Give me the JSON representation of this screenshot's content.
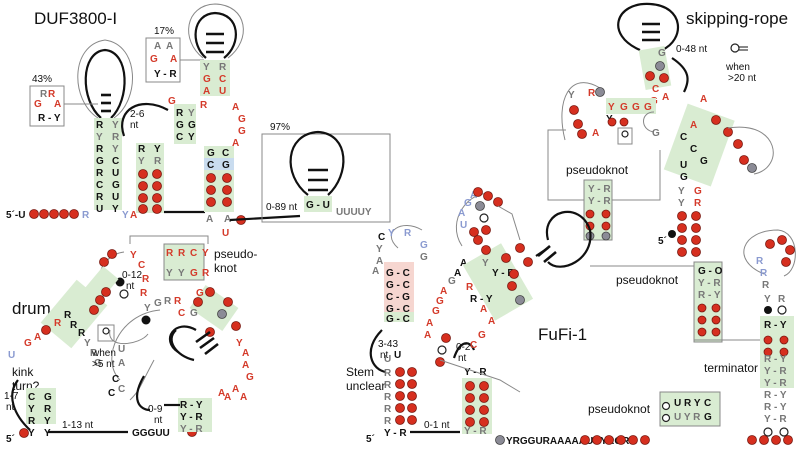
{
  "panels": {
    "duf": {
      "title": "DUF3800-I",
      "pct_left": "43%",
      "pct_mid": "17%",
      "pct_right": "97%",
      "loop_2_6": [
        "2-6",
        "nt"
      ],
      "range_0_89": "0-89 nt",
      "leader": "5´-U",
      "tail": "UUUUY"
    },
    "skipping": {
      "title": "skipping-rope",
      "range": "0-48 nt",
      "when": [
        "when",
        ">20 nt"
      ],
      "pseudoknot": "pseudoknot",
      "five_prime": "5´"
    },
    "drum": {
      "title": "drum",
      "pseudoknot": [
        "pseudo-",
        "knot"
      ],
      "range_0_12": [
        "0-12",
        "nt"
      ],
      "kink": [
        "kink",
        "turn?"
      ],
      "range_1_7": [
        "1-7",
        "nt"
      ],
      "when": [
        "when",
        ">5 nt"
      ],
      "range_0_9": [
        "0-9",
        "nt"
      ],
      "range_1_13": "1-13 nt",
      "five_prime": "5´",
      "tail": "GGGUU"
    },
    "fufi": {
      "title": "FuFi-1",
      "stem_unclear": [
        "Stem",
        "unclear"
      ],
      "range_3_43": [
        "3-43",
        "nt"
      ],
      "range_0_2": [
        "0-2",
        "nt"
      ],
      "range_0_1": "0-1 nt",
      "pseudoknot_right": "pseudoknot",
      "pseudoknot_bottom": "pseudoknot",
      "terminator": "terminator",
      "five_prime": "5´",
      "tail": "YRGGURAAAAAUUYRGRR"
    }
  },
  "colors": {
    "conserved_red": "#d62f1f",
    "variable_gray": "#8b8b96",
    "pair_green": "#d9ecd2",
    "pair_blue": "#c9dcef",
    "pair_orange": "#f6d6d0"
  }
}
